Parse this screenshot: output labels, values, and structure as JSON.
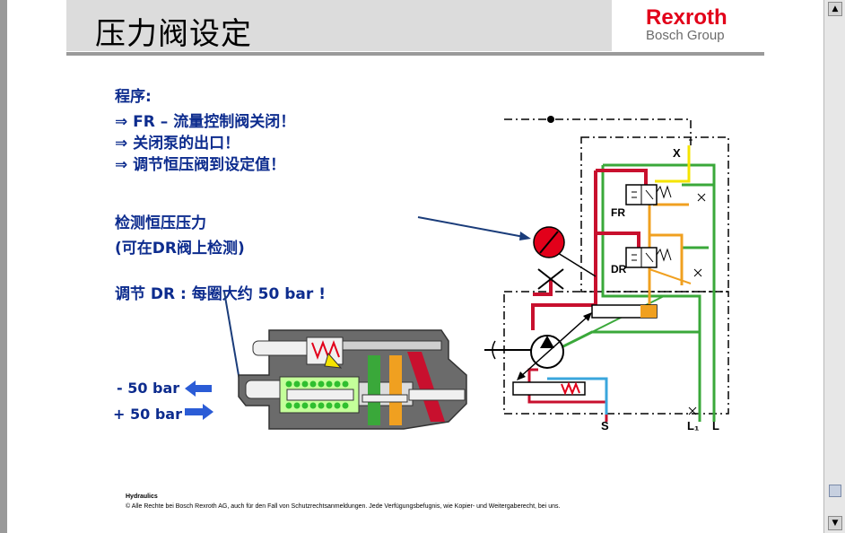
{
  "title": "压力阀设定",
  "logo": {
    "main": "Rexroth",
    "sub": "Bosch Group"
  },
  "procedure": {
    "heading": "程序:",
    "steps": [
      "⇒ FR – 流量控制阀关闭！",
      "⇒ 关闭泵的出口！",
      "⇒ 调节恒压阀到设定值！"
    ]
  },
  "measure": {
    "line1": "检测恒压压力",
    "line2": "(可在DR阀上检测)"
  },
  "adjust": "调节 DR : 每圈大约 50 bar !",
  "arrows": {
    "minus": "- 50 bar",
    "plus": "+ 50 bar"
  },
  "schematic_labels": {
    "x": "X",
    "fr": "FR",
    "dr": "DR",
    "s": "S",
    "l1": "L₁",
    "l": "L"
  },
  "footer": {
    "line1": "Hydraulics",
    "line2": "© Alle Rechte bei Bosch Rexroth AG, auch für den Fall von Schutzrechtsanmeldungen. Jede Verfügungsbefugnis, wie Kopier- und Weitergaberecht, bei uns."
  },
  "colors": {
    "text_blue": "#0d2c8e",
    "brand_red": "#e2001a",
    "line_red": "#c8102e",
    "line_green": "#3aa83a",
    "line_orange": "#f0a020",
    "line_yellow": "#f5e400",
    "line_blue": "#3aa6dc"
  },
  "icons": [
    "pressure-gauge-icon",
    "shutoff-cross-icon",
    "arrow-left-icon",
    "arrow-right-icon",
    "scroll-up-icon",
    "scroll-down-icon"
  ]
}
